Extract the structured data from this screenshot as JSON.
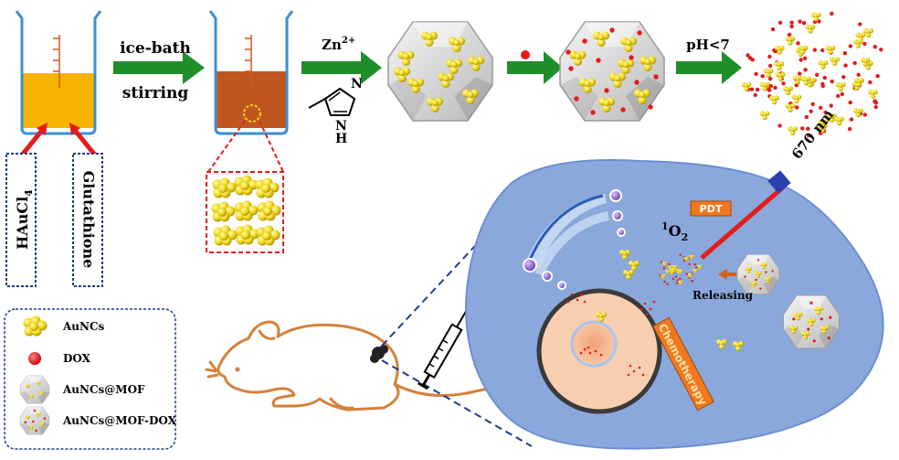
{
  "steps": {
    "ice_bath": "ice-bath",
    "stirring": "stirring",
    "zinc": "Zn",
    "zinc_charge": "2+",
    "ph": "pH<7"
  },
  "reagents": {
    "haucl": "HAuCl",
    "haucl_sub": "4",
    "glutathione": "Glutathione",
    "imidazole_n": "N",
    "imidazole_nh": "N",
    "imidazole_h": "H"
  },
  "cell": {
    "laser": "670 nm",
    "pdt": "PDT",
    "singlet_sup": "1",
    "singlet_o": "O",
    "singlet_sub": "2",
    "releasing": "Releasing",
    "chemo": "Chemotherapy"
  },
  "legend": {
    "items": [
      {
        "label": "AuNCs"
      },
      {
        "label": "DOX"
      },
      {
        "label": "AuNCs@MOF"
      },
      {
        "label": "AuNCs@MOF-DOX"
      }
    ]
  },
  "colors": {
    "gold": "#f1d61a",
    "dox": "#e31c1c",
    "arrow_green": "#1f8f2a",
    "cell_blue": "#7b9fd6",
    "nucleus": "#f6c9a6",
    "solution_yellow": "#f7b400",
    "solution_brown": "#c0561f",
    "label_orange": "#f0781e"
  }
}
